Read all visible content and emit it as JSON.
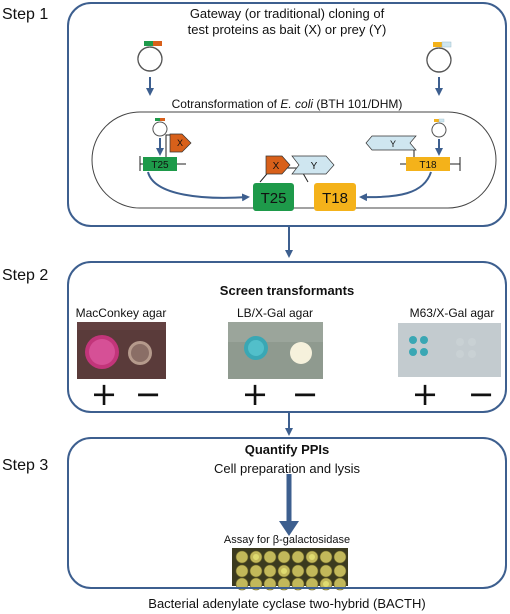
{
  "steps": {
    "step1": "Step 1",
    "step2": "Step 2",
    "step3": "Step 3"
  },
  "panel1": {
    "cloning_line1": "Gateway (or traditional) cloning of",
    "cloning_line2": "test proteins as bait (X) or prey (Y)",
    "cotransformation_prefix": "Cotransformation of ",
    "cotransformation_species": "E. coli",
    "cotransformation_suffix": " (BTH 101/DHM)",
    "label_t25": "T25",
    "label_t18": "T18",
    "label_x": "X",
    "label_y": "Y"
  },
  "panel2": {
    "title": "Screen transformants",
    "plates": [
      {
        "name": "MacConkey agar",
        "plus": "+",
        "minus": "−"
      },
      {
        "name": "LB/X-Gal agar",
        "plus": "+",
        "minus": "−"
      },
      {
        "name": "M63/X-Gal agar",
        "plus": "+",
        "minus": "−"
      }
    ]
  },
  "panel3": {
    "title": "Quantify PPIs",
    "subtitle": "Cell preparation and lysis",
    "assay": "Assay for β-galactosidase"
  },
  "caption": "Bacterial adenylate cyclase two-hybrid (BACTH)",
  "colors": {
    "frame": "#3d5f8f",
    "t25": "#1e9a4a",
    "t18": "#f4b21a",
    "x_tag": "#d8601a",
    "y_tag": "#cfe6f0",
    "macconkey_bg": "#5a3b3a",
    "lb_bg": "#8f9a8f",
    "m63_bg": "#b9c2c6",
    "blue_colony": "#3aa7b4"
  }
}
